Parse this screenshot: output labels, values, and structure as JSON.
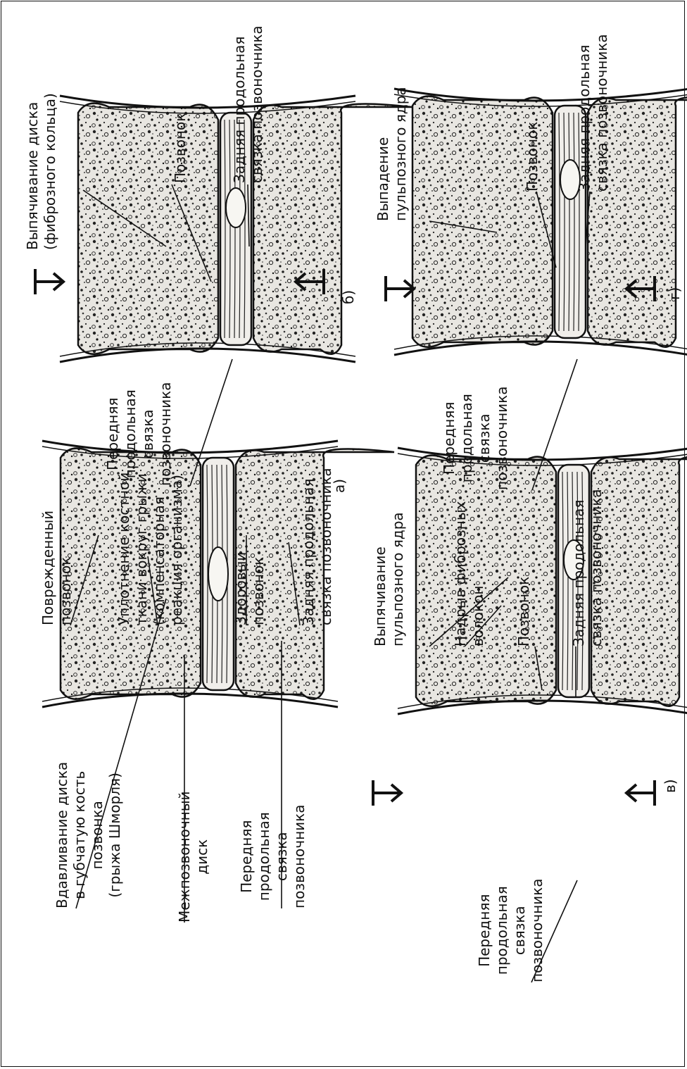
{
  "panels": {
    "a": {
      "letter": "а)",
      "labels": {
        "damaged_vertebra": [
          "Поврежденный",
          "позвонок"
        ],
        "sclerosis": [
          "Уплотнение костной",
          "ткани вокруг грыжи",
          "(компенсаторная",
          "реакция организма)"
        ],
        "healthy_vertebra": [
          "Здоровый",
          "позвонок"
        ],
        "posterior_ligament": [
          "Задняя продольная",
          "связка позвоночника"
        ],
        "schmorl": [
          "Вдавливание диска",
          "в губчатую кость",
          "позвонка",
          "(грыжа Шморля)"
        ],
        "disc": [
          "Межпозвоночный",
          "диск"
        ],
        "anterior_ligament": [
          "Передняя",
          "продольная",
          "связка",
          "позвоночника"
        ]
      }
    },
    "b": {
      "letter": "б)",
      "labels": {
        "protrusion": [
          "Выпячивание диска",
          "(фиброзного кольца)"
        ],
        "vertebra": [
          "Позвонок"
        ],
        "posterior_ligament": [
          "Задняя продольная",
          "связка позвоночника"
        ],
        "anterior_ligament": [
          "Передняя",
          "продольная",
          "связка",
          "позвоночника"
        ]
      }
    },
    "v": {
      "letter": "в)",
      "labels": {
        "nucleus_protrusion": [
          "Выпячивание",
          "пульпозного ядра"
        ],
        "fiber_tear": [
          "Надрыв фиброзных",
          "волокон"
        ],
        "vertebra": [
          "Позвонок"
        ],
        "posterior_ligament": [
          "Задняя продольная",
          "связка позвоночника"
        ],
        "anterior_ligament": [
          "Передняя",
          "продольная",
          "связка",
          "позвоночника"
        ]
      }
    },
    "g": {
      "letter": "г)",
      "labels": {
        "prolapse": [
          "Выпадение",
          "пульпозного ядра"
        ],
        "vertebra": [
          "Позвонок"
        ],
        "posterior_ligament": [
          "Задняя продольная",
          "связка позвоночника"
        ],
        "anterior_ligament": [
          "Передняя",
          "продольная",
          "связка",
          "позвоночника"
        ]
      }
    }
  }
}
